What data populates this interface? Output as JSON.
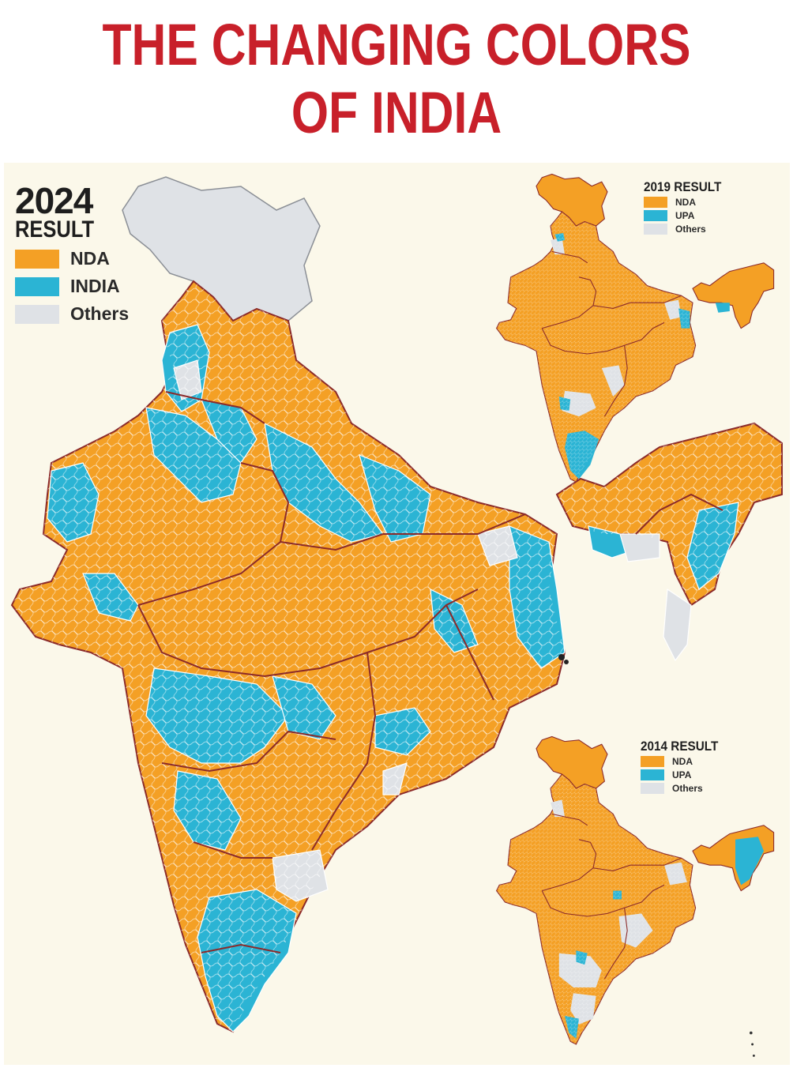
{
  "title": {
    "line1": "THE CHANGING COLORS",
    "line2": "OF INDIA"
  },
  "colors": {
    "title": "#c8202a",
    "background": "#fbf8ea",
    "nda": "#f4a025",
    "india_upa": "#2bb4d4",
    "others": "#dfe2e6",
    "state_border": "#8b2a2a"
  },
  "maps": {
    "main": {
      "year": "2024",
      "heading": "RESULT",
      "legend": [
        {
          "label": "NDA",
          "color": "#f4a025"
        },
        {
          "label": "INDIA",
          "color": "#2bb4d4"
        },
        {
          "label": "Others",
          "color": "#dfe2e6"
        }
      ]
    },
    "inset_2019": {
      "heading": "2019 RESULT",
      "legend": [
        {
          "label": "NDA",
          "color": "#f4a025"
        },
        {
          "label": "UPA",
          "color": "#2bb4d4"
        },
        {
          "label": "Others",
          "color": "#dfe2e6"
        }
      ]
    },
    "inset_2014": {
      "heading": "2014 RESULT",
      "legend": [
        {
          "label": "NDA",
          "color": "#f4a025"
        },
        {
          "label": "UPA",
          "color": "#2bb4d4"
        },
        {
          "label": "Others",
          "color": "#dfe2e6"
        }
      ]
    }
  }
}
